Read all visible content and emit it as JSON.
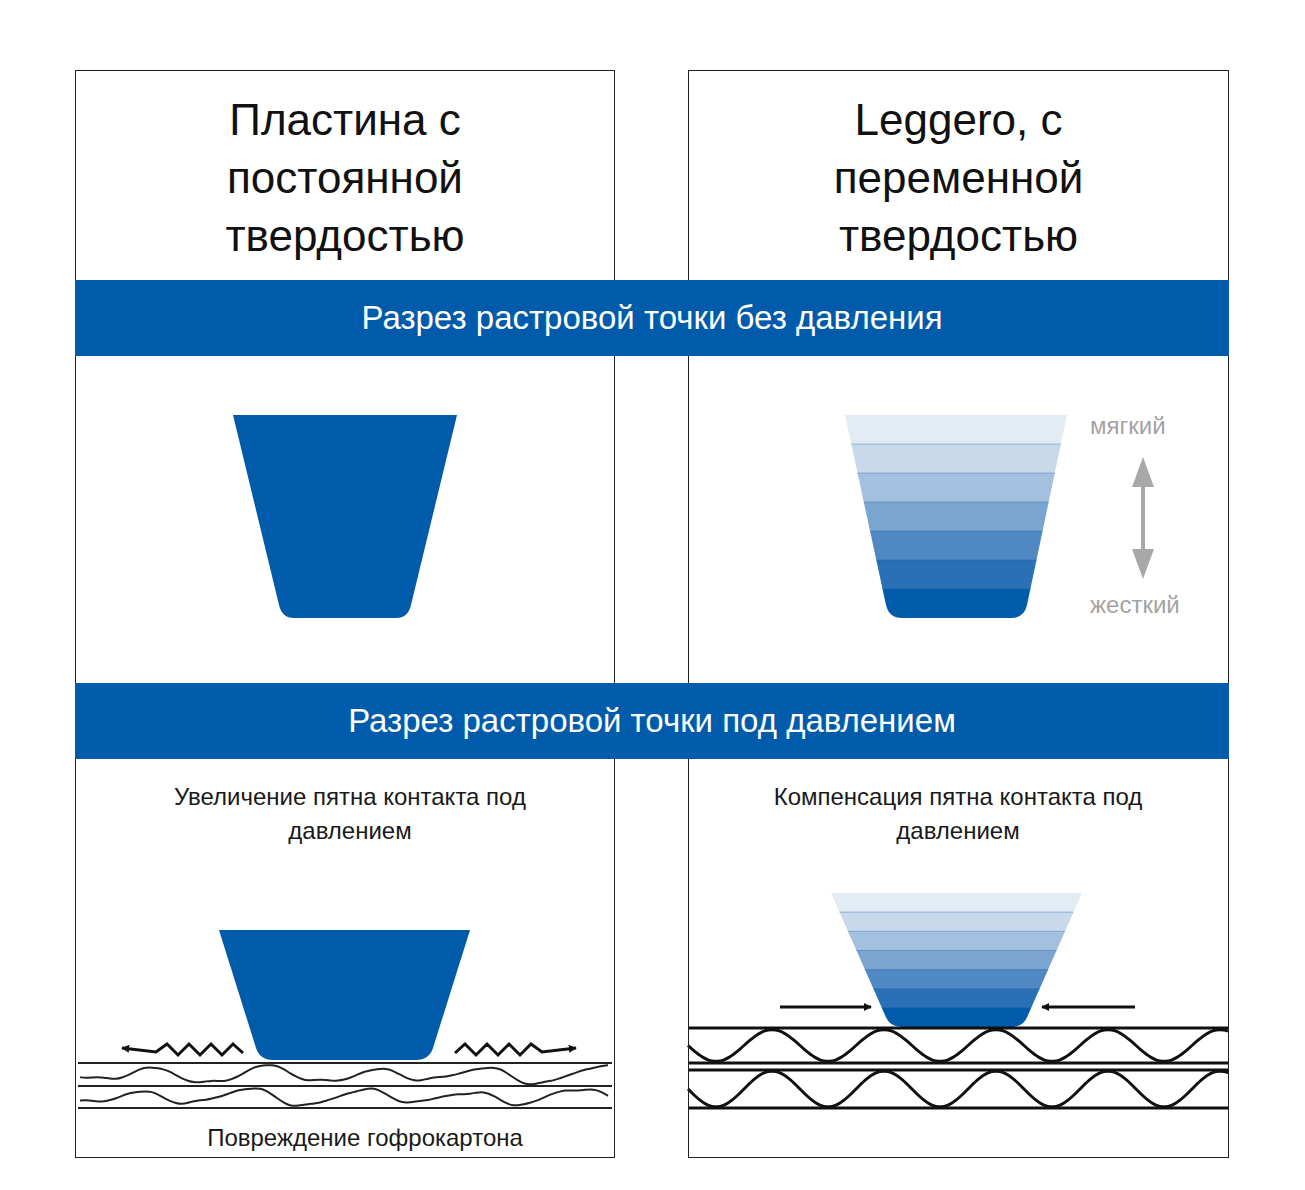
{
  "diagram": {
    "nodes": [
      {
        "text": [
          "Пластина с постоянной твердостью"
        ]
      },
      {
        "text": [
          "Leggero, с переменной твердостью"
        ]
      },
      {
        "text": [
          "Разрез растровой точки без давления"
        ]
      },
      {
        "text": [
          "Разрез растровой точки под  давлением"
        ]
      }
    ],
    "labels": [
      "мягкий",
      "жесткий",
      "Увеличение пятна контакта под давлением",
      "Компенсация пятна контакта под давлением",
      "Повреждение гофрокартона"
    ]
  }
}
